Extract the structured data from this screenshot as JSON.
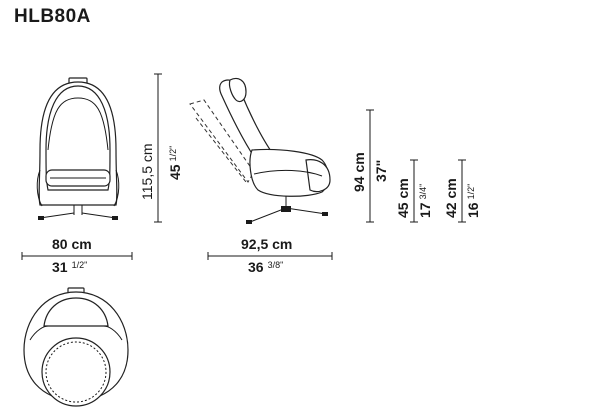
{
  "model": "HLB80A",
  "dimensions": {
    "width_cm": "80 cm",
    "width_in": "31",
    "width_in_frac": "1/2\"",
    "height_cm": "115,5 cm",
    "height_in": "45",
    "height_in_frac": "1/2\"",
    "depth_cm": "92,5 cm",
    "depth_in": "36",
    "depth_in_frac": "3/8\"",
    "arm_height_cm": "94 cm",
    "arm_height_in": "37\"",
    "seat_cm": "45 cm",
    "seat_in": "17",
    "seat_in_frac": "3/4\"",
    "seat2_cm": "42 cm",
    "seat2_in": "16",
    "seat2_in_frac": "1/2\""
  }
}
